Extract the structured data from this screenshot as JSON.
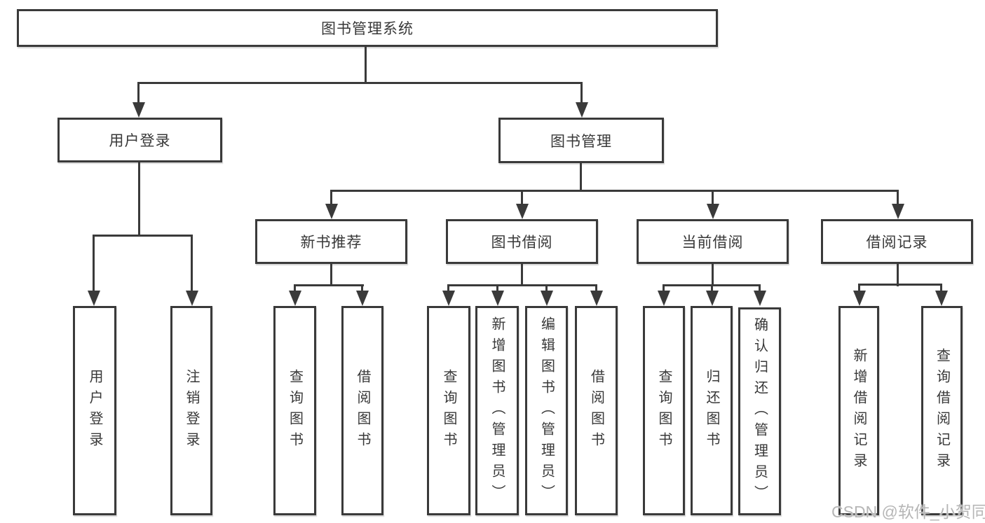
{
  "diagram": {
    "title": "图书管理系统",
    "level2": [
      {
        "label": "用户登录",
        "children": [
          "用户登录",
          "注销登录"
        ]
      },
      {
        "label": "图书管理"
      }
    ],
    "level3": [
      {
        "label": "新书推荐",
        "children": [
          "查询图书",
          "借阅图书"
        ]
      },
      {
        "label": "图书借阅",
        "children": [
          "查询图书",
          "新增图书（管理员）",
          "编辑图书（管理员）",
          "借阅图书"
        ]
      },
      {
        "label": "当前借阅",
        "children": [
          "查询图书",
          "归还图书",
          "确认归还（管理员）"
        ]
      },
      {
        "label": "借阅记录",
        "children": [
          "新增借阅记录",
          "查询借阅记录"
        ]
      }
    ]
  },
  "watermark": "CSDN @软件_小贺同学",
  "colors": {
    "line": "#3a3a3a",
    "text": "#383838",
    "background": "#ffffff",
    "watermark": "#b6b6b6"
  }
}
